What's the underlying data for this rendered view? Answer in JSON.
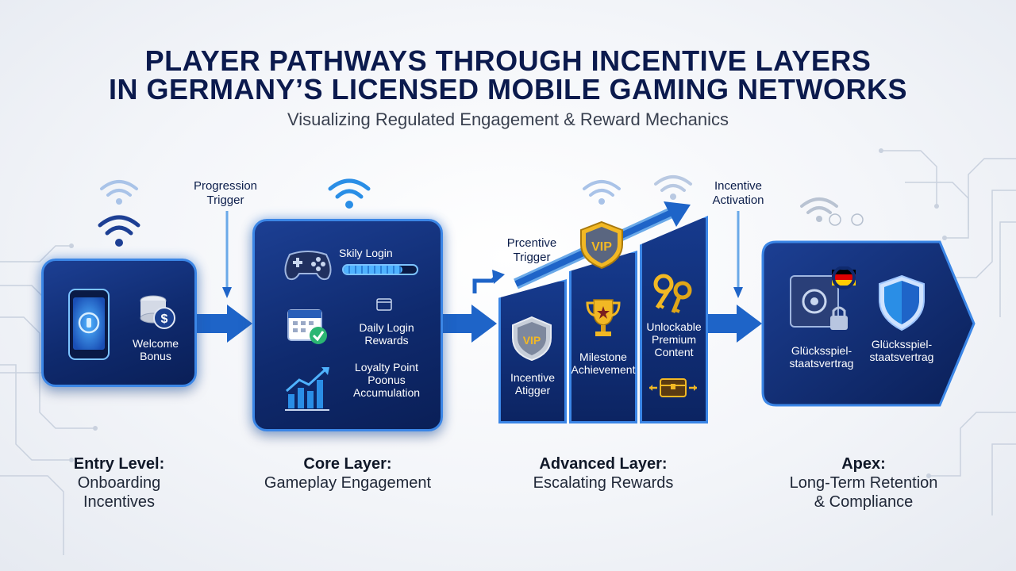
{
  "title_line1": "PLAYER PATHWAYS THROUGH INCENTIVE LAYERS",
  "title_line2": "IN GERMANY’S LICENSED MOBILE GAMING NETWORKS",
  "subtitle": "Visualizing Regulated Engagement & Reward Mechanics",
  "triggers": {
    "progression": "Progression Trigger",
    "prcentive": "Prcentive Trigger",
    "activation": "Incentive Activation"
  },
  "entry": {
    "welcome": "Welcome Bonus",
    "label_bold": "Entry Level:",
    "label_line1": "Onboarding",
    "label_line2": "Incentives"
  },
  "core": {
    "skily": "Skily Login",
    "progress_fraction": 0.8,
    "daily": "Daily Login Rewards",
    "loyalty": "Loyalty Point Poonus Accumulation",
    "label_bold": "Core Layer:",
    "label_reg": "Gameplay Engagement"
  },
  "advanced": {
    "vip_badge": "VIP",
    "incentive": "Incentive Atigger",
    "milestone": "Milestone Achievement",
    "unlockable": "Unlockable Premium Content",
    "label_bold": "Advanced Layer:",
    "label_reg": "Escalating Rewards"
  },
  "apex": {
    "gluck1": "Glücksspiel-staatsvertrag",
    "gluck2": "Glücksspiel-staatsvertrag",
    "label_bold": "Apex:",
    "label_line1": "Long-Term Retention",
    "label_line2": "& Compliance"
  },
  "colors": {
    "panel": "#0f2a6e",
    "border": "#3b86e6",
    "arrow": "#1e64c8",
    "gold": "#f2b824"
  }
}
